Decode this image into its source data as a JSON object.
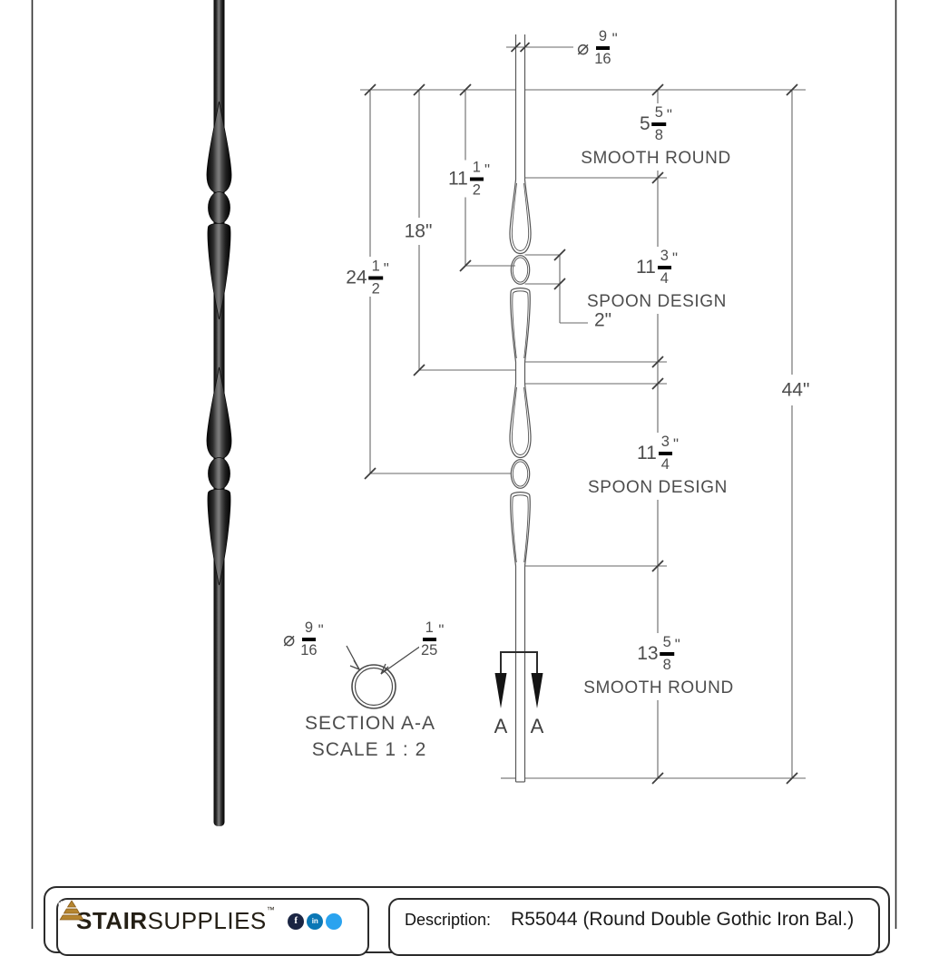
{
  "drawing": {
    "dims": {
      "dia_top": {
        "prefix": "⌀",
        "num": "9",
        "den": "16",
        "unit": "\""
      },
      "smooth_top": {
        "whole": "5",
        "num": "5",
        "den": "8",
        "unit": "\"",
        "label": "SMOOTH ROUND"
      },
      "from_top_to_ball1": {
        "whole": "11",
        "num": "1",
        "den": "2",
        "unit": "\""
      },
      "from_top_18": "18\"",
      "from_top_to_ball2": {
        "whole": "24",
        "num": "1",
        "den": "2",
        "unit": "\""
      },
      "spoon_a": {
        "whole": "11",
        "num": "3",
        "den": "4",
        "unit": "\"",
        "label": "SPOON DESIGN"
      },
      "ball_height": "2\"",
      "overall": "44\"",
      "spoon_b": {
        "whole": "11",
        "num": "3",
        "den": "4",
        "unit": "\"",
        "label": "SPOON DESIGN"
      },
      "smooth_bottom": {
        "whole": "13",
        "num": "5",
        "den": "8",
        "unit": "\"",
        "label": "SMOOTH ROUND"
      }
    },
    "section": {
      "dia": {
        "prefix": "⌀",
        "num": "9",
        "den": "16",
        "unit": "\""
      },
      "wall": {
        "num": "1",
        "den": "25",
        "unit": "\""
      },
      "title": "SECTION A-A",
      "scale": "SCALE 1 : 2",
      "arrow_left": "A",
      "arrow_right": "A"
    }
  },
  "titleblock": {
    "brand_bold": "STAIR",
    "brand_regular": "SUPPLIES",
    "brand_tm": "™",
    "social": {
      "facebook": "f",
      "linkedin": "in"
    },
    "description_label": "Description:",
    "description_value": "R55044 (Round Double Gothic Iron Bal.)"
  },
  "colors": {
    "accent_gold": "#b5852f",
    "facebook": "#1b2543",
    "linkedin": "#0a77b5",
    "twitter": "#2aa3ef",
    "line": "#5a5a5a",
    "text": "#4d4d4d"
  }
}
